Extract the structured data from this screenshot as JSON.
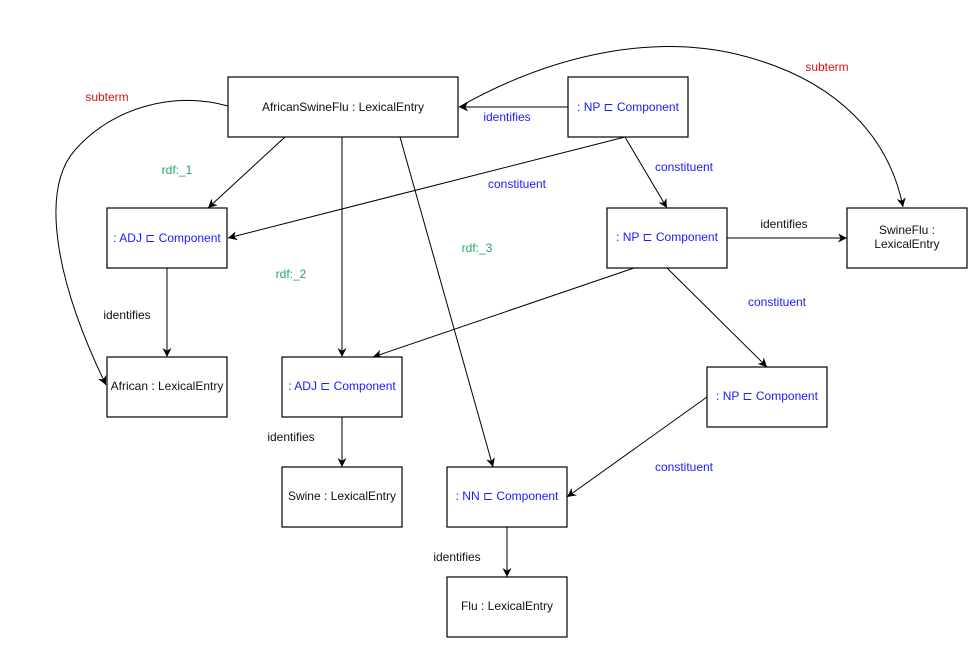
{
  "colors": {
    "component": "#1a1aff",
    "rdf": "#22a866",
    "subterm": "#dd1111",
    "entry": "#111111"
  },
  "nodes": {
    "african_swine_flu": "AfricanSwineFlu : LexicalEntry",
    "np1": ": NP ⊏ Component",
    "adj1": ": ADJ ⊏ Component",
    "np2": ": NP ⊏ Component",
    "swine_flu_1": "SwineFlu :",
    "swine_flu_2": "LexicalEntry",
    "african": "African : LexicalEntry",
    "adj2": ": ADJ ⊏ Component",
    "np3": ": NP ⊏ Component",
    "swine": "Swine : LexicalEntry",
    "nn": ": NN ⊏ Component",
    "flu": "Flu : LexicalEntry"
  },
  "edge_labels": {
    "subterm_left": "subterm",
    "subterm_right": "subterm",
    "np1_identifies": "identifies",
    "rdf1": "rdf:_1",
    "rdf2": "rdf:_2",
    "rdf3": "rdf:_3",
    "np1_adj1_constituent": "constituent",
    "np1_np2_constituent": "constituent",
    "np2_identifies": "identifies",
    "np2_np3_constituent": "constituent",
    "np3_nn_constituent": "constituent",
    "adj1_identifies": "identifies",
    "adj2_identifies": "identifies",
    "nn_identifies": "identifies"
  }
}
